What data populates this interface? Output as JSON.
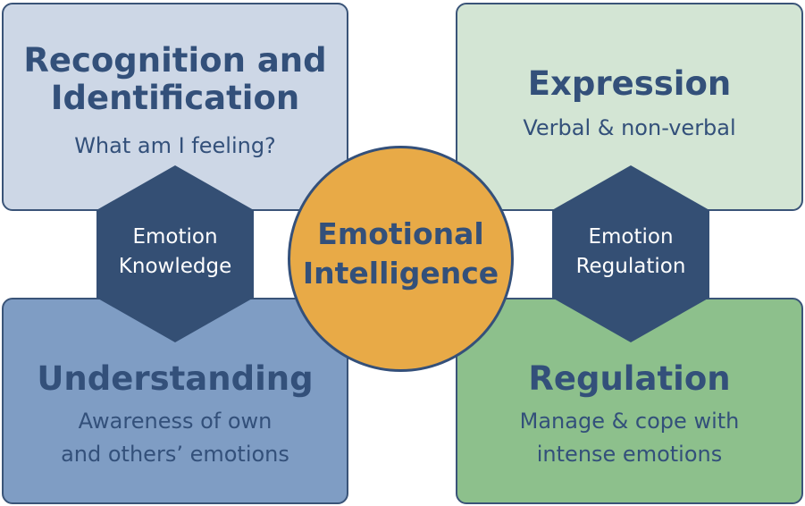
{
  "colors": {
    "outline": "#3a5478",
    "text": "#33507a",
    "top_left_fill": "#cdd7e6",
    "top_right_fill": "#d3e5d4",
    "bottom_left_fill": "#7f9dc4",
    "bottom_right_fill": "#8dc08c",
    "hexagon_fill": "#344f74",
    "center_fill": "#e8aa47"
  },
  "quadrants": {
    "top_left": {
      "title_line1": "Recognition and",
      "title_line2": "Identification",
      "subtitle": "What am I feeling?"
    },
    "top_right": {
      "title": "Expression",
      "subtitle": "Verbal & non-verbal"
    },
    "bottom_left": {
      "title": "Understanding",
      "subtitle_line1": "Awareness of own",
      "subtitle_line2": "and others’ emotions"
    },
    "bottom_right": {
      "title": "Regulation",
      "subtitle_line1": "Manage & cope with",
      "subtitle_line2": "intense emotions"
    }
  },
  "hexagons": {
    "left": {
      "line1": "Emotion",
      "line2": "Knowledge"
    },
    "right": {
      "line1": "Emotion",
      "line2": "Regulation"
    }
  },
  "center": {
    "line1": "Emotional",
    "line2": "Intelligence"
  }
}
